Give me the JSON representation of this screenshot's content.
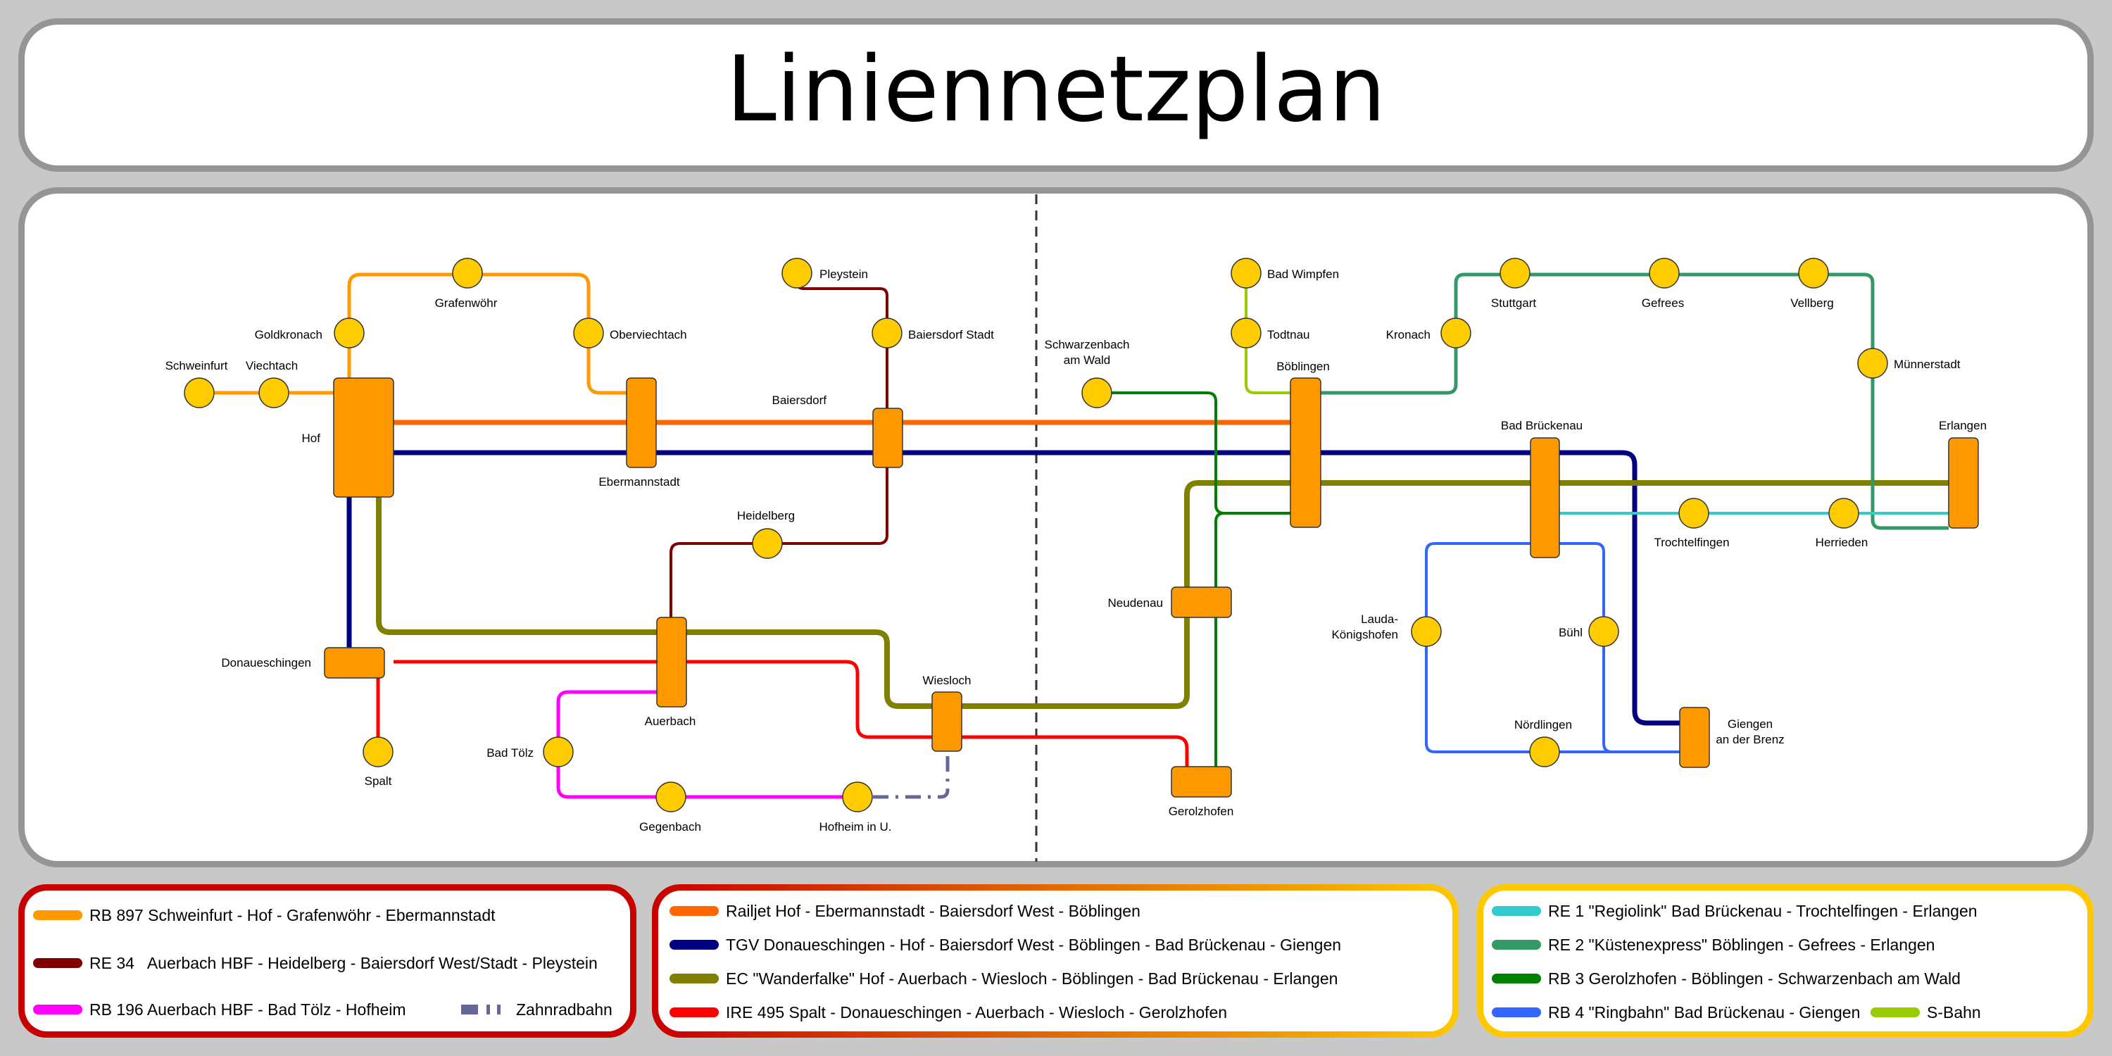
{
  "title": "Liniennetzplan",
  "colors": {
    "background": "#c8c8c8",
    "panel_border": "#959595",
    "station_fill": "#ffcc00",
    "hub_fill": "#ff9900",
    "divider": "#333333"
  },
  "lines": [
    {
      "id": "rb897",
      "name": "RB 897",
      "color": "#ff9900",
      "legend": "RB 897 Schweinfurt - Hof - Grafenwöhr - Ebermannstadt"
    },
    {
      "id": "re34",
      "name": "RE 34",
      "color": "#800000",
      "legend": "RE 34   Auerbach HBF - Heidelberg - Baiersdorf West/Stadt - Pleystein"
    },
    {
      "id": "rb196",
      "name": "RB 196",
      "color": "#ff00ff",
      "legend": "RB 196 Auerbach HBF - Bad Tölz - Hofheim"
    },
    {
      "id": "zahnradbahn",
      "name": "Zahnradbahn",
      "color": "#666699",
      "legend": "Zahnradbahn",
      "style": "dash-dot"
    },
    {
      "id": "railjet",
      "name": "Railjet",
      "color": "#ff6600",
      "legend": "Railjet Hof - Ebermannstadt - Baiersdorf West - Böblingen"
    },
    {
      "id": "tgv",
      "name": "TGV",
      "color": "#000080",
      "legend": "TGV Donaueschingen - Hof - Baiersdorf West - Böblingen - Bad Brückenau - Giengen"
    },
    {
      "id": "ec",
      "name": "EC \"Wanderfalke\"",
      "color": "#808000",
      "legend": "EC \"Wanderfalke\" Hof - Auerbach - Wiesloch - Böblingen - Bad Brückenau - Erlangen"
    },
    {
      "id": "ire495",
      "name": "IRE 495",
      "color": "#ff0000",
      "legend": "IRE 495 Spalt - Donaueschingen - Auerbach - Wiesloch - Gerolzhofen"
    },
    {
      "id": "re1",
      "name": "RE 1 \"Regiolink\"",
      "color": "#33cccc",
      "legend": "RE 1 \"Regiolink\" Bad Brückenau - Trochtelfingen - Erlangen"
    },
    {
      "id": "re2",
      "name": "RE 2 \"Küstenexpress\"",
      "color": "#339966",
      "legend": "RE 2 \"Küstenexpress\" Böblingen - Gefrees - Erlangen"
    },
    {
      "id": "rb3",
      "name": "RB 3",
      "color": "#008000",
      "legend": "RB 3 Gerolzhofen - Böblingen - Schwarzenbach am Wald"
    },
    {
      "id": "rb4",
      "name": "RB 4 \"Ringbahn\"",
      "color": "#3366ff",
      "legend": "RB 4 \"Ringbahn\" Bad Brückenau - Giengen"
    },
    {
      "id": "sbahn",
      "name": "S-Bahn",
      "color": "#99cc00",
      "legend": "S-Bahn"
    }
  ],
  "hubs": [
    {
      "id": "hof",
      "label": "Hof"
    },
    {
      "id": "ebermannstadt",
      "label": "Ebermannstadt"
    },
    {
      "id": "baiersdorf",
      "label": "Baiersdorf"
    },
    {
      "id": "donaueschingen",
      "label": "Donaueschingen"
    },
    {
      "id": "auerbach",
      "label": "Auerbach"
    },
    {
      "id": "wiesloch",
      "label": "Wiesloch"
    },
    {
      "id": "neudenau",
      "label": "Neudenau"
    },
    {
      "id": "gerolzhofen",
      "label": "Gerolzhofen"
    },
    {
      "id": "boeblingen",
      "label": "Böblingen"
    },
    {
      "id": "bad-brueckenau",
      "label": "Bad Brückenau"
    },
    {
      "id": "erlangen",
      "label": "Erlangen"
    },
    {
      "id": "giengen",
      "label": [
        "Giengen",
        "an der Brenz"
      ]
    }
  ],
  "stations": [
    {
      "id": "schweinfurt",
      "label": "Schweinfurt"
    },
    {
      "id": "viechtach",
      "label": "Viechtach"
    },
    {
      "id": "goldkronach",
      "label": "Goldkronach"
    },
    {
      "id": "grafenwoehr",
      "label": "Grafenwöhr"
    },
    {
      "id": "oberviechtach",
      "label": "Oberviechtach"
    },
    {
      "id": "pleystein",
      "label": "Pleystein"
    },
    {
      "id": "baiersdorf-stadt",
      "label": "Baiersdorf Stadt"
    },
    {
      "id": "heidelberg",
      "label": "Heidelberg"
    },
    {
      "id": "spalt",
      "label": "Spalt"
    },
    {
      "id": "bad-toelz",
      "label": "Bad Tölz"
    },
    {
      "id": "gegenbach",
      "label": "Gegenbach"
    },
    {
      "id": "hofheim",
      "label": "Hofheim in U."
    },
    {
      "id": "schwarzenbach",
      "label": [
        "Schwarzenbach",
        "am Wald"
      ]
    },
    {
      "id": "bad-wimpfen",
      "label": "Bad Wimpfen"
    },
    {
      "id": "todtnau",
      "label": "Todtnau"
    },
    {
      "id": "kronach",
      "label": "Kronach"
    },
    {
      "id": "stuttgart",
      "label": "Stuttgart"
    },
    {
      "id": "gefrees",
      "label": "Gefrees"
    },
    {
      "id": "vellberg",
      "label": "Vellberg"
    },
    {
      "id": "muennerstadt",
      "label": "Münnerstadt"
    },
    {
      "id": "trochtelfingen",
      "label": "Trochtelfingen"
    },
    {
      "id": "herrieden",
      "label": "Herrieden"
    },
    {
      "id": "lauda",
      "label": [
        "Lauda-",
        "Königshofen"
      ]
    },
    {
      "id": "buehl",
      "label": "Bühl"
    },
    {
      "id": "noerdlingen",
      "label": "Nördlingen"
    }
  ],
  "legend_boxes": [
    {
      "id": "legend-1",
      "items": [
        {
          "line": "rb897",
          "text": "RB 897 Schweinfurt - Hof - Grafenwöhr - Ebermannstadt"
        },
        {
          "line": "re34",
          "text": "RE 34   Auerbach HBF - Heidelberg - Baiersdorf West/Stadt - Pleystein"
        },
        {
          "line": "rb196",
          "text": "RB 196 Auerbach HBF - Bad Tölz - Hofheim"
        },
        {
          "line": "zahnradbahn",
          "text": "Zahnradbahn"
        }
      ]
    },
    {
      "id": "legend-2",
      "items": [
        {
          "line": "railjet",
          "text": "Railjet Hof - Ebermannstadt - Baiersdorf West - Böblingen"
        },
        {
          "line": "tgv",
          "text": "TGV Donaueschingen - Hof - Baiersdorf West - Böblingen - Bad Brückenau - Giengen"
        },
        {
          "line": "ec",
          "text": "EC \"Wanderfalke\" Hof - Auerbach - Wiesloch - Böblingen - Bad Brückenau - Erlangen"
        },
        {
          "line": "ire495",
          "text": "IRE 495 Spalt - Donaueschingen - Auerbach - Wiesloch - Gerolzhofen"
        }
      ]
    },
    {
      "id": "legend-3",
      "items": [
        {
          "line": "re1",
          "text": "RE 1 \"Regiolink\" Bad Brückenau - Trochtelfingen - Erlangen"
        },
        {
          "line": "re2",
          "text": "RE 2 \"Küstenexpress\" Böblingen - Gefrees - Erlangen"
        },
        {
          "line": "rb3",
          "text": "RB 3 Gerolzhofen - Böblingen - Schwarzenbach am Wald"
        },
        {
          "line": "rb4",
          "text": "RB 4 \"Ringbahn\" Bad Brückenau - Giengen"
        },
        {
          "line": "sbahn",
          "text": "S-Bahn"
        }
      ]
    }
  ]
}
